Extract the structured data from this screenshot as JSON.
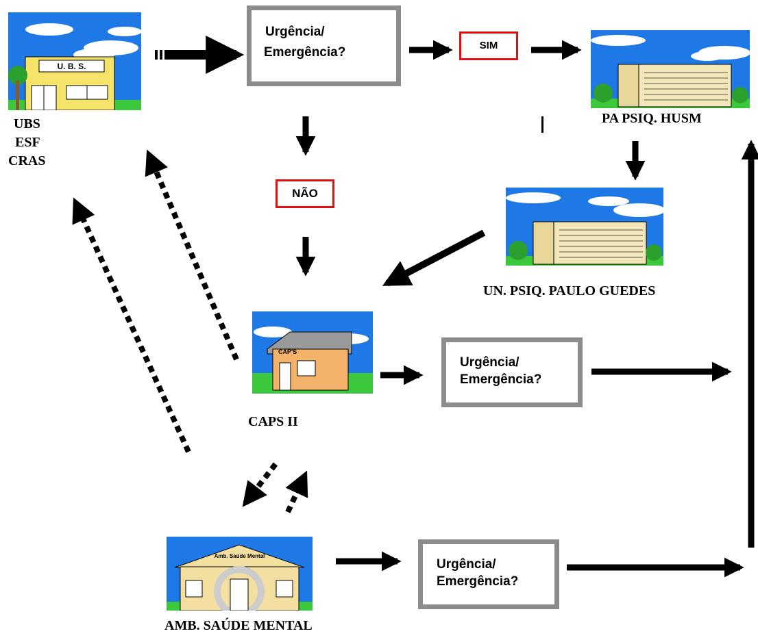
{
  "nodes": {
    "ubs": {
      "caption_lines": [
        "UBS",
        "ESF",
        "CRAS"
      ],
      "sign": "U. B. S."
    },
    "pa_husm": {
      "caption": "PA PSIQ. HUSM"
    },
    "paulo_guedes": {
      "caption": "UN. PSIQ. PAULO GUEDES"
    },
    "caps": {
      "caption": "CAPS II",
      "sign": "CAP'S"
    },
    "amb": {
      "caption": "AMB. SAÚDE MENTAL",
      "sign": "Amb. Saúde Mental"
    }
  },
  "decisions": {
    "top": {
      "line1": "Urgência/",
      "line2": "Emergência?"
    },
    "caps": {
      "line1": "Urgência/",
      "line2": "Emergência?"
    },
    "amb": {
      "line1": "Urgência/",
      "line2": "Emergência?"
    }
  },
  "answers": {
    "yes": "SIM",
    "no": "NÃO"
  },
  "colors": {
    "sky": "#1e78e6",
    "cloud": "#ffffff",
    "grass": "#3cc83c",
    "question_border": "#8c8c8c",
    "answer_border": "#e01010",
    "arrow": "#000000"
  }
}
